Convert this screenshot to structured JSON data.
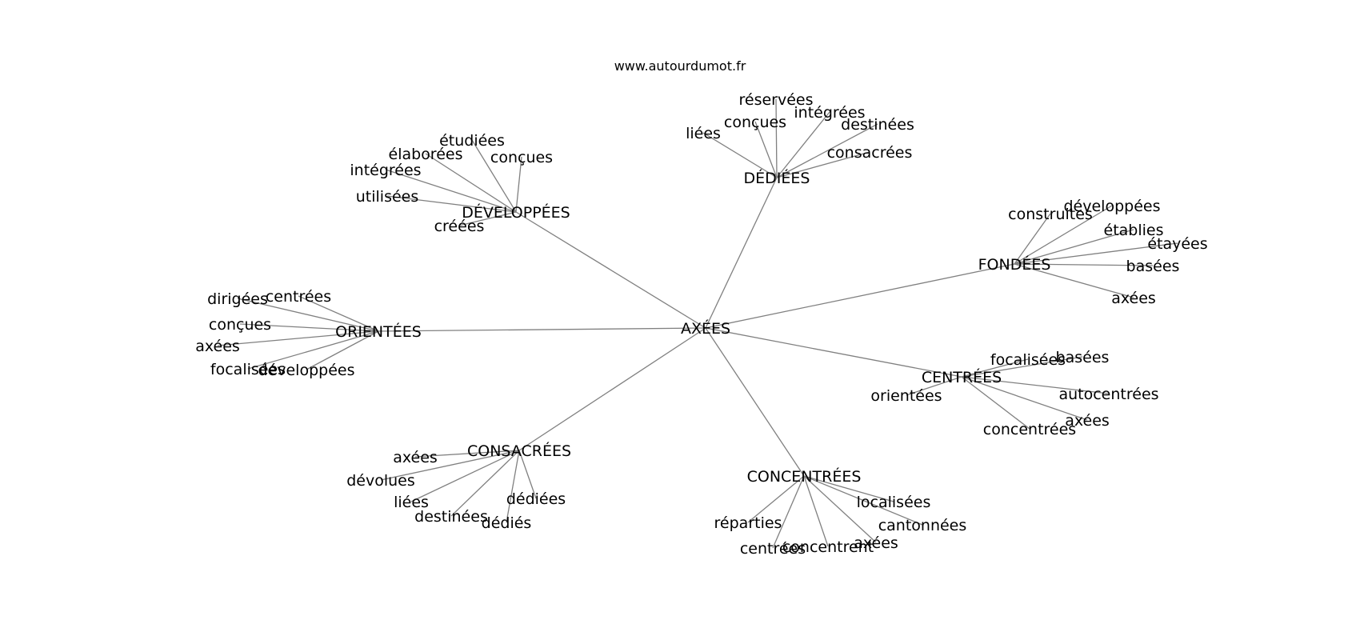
{
  "header": {
    "site": "www.autourdumot.fr"
  },
  "graph": {
    "root": "AXÉES",
    "groups": [
      {
        "label": "DÉVELOPPÉES",
        "children": [
          "étudiées",
          "élaborées",
          "conçues",
          "intégrées",
          "utilisées",
          "créées"
        ]
      },
      {
        "label": "DÉDIÉES",
        "children": [
          "réservées",
          "intégrées",
          "conçues",
          "destinées",
          "liées",
          "consacrées"
        ]
      },
      {
        "label": "FONDÉES",
        "children": [
          "construites",
          "développées",
          "établies",
          "étayées",
          "basées",
          "axées"
        ]
      },
      {
        "label": "ORIENTÉES",
        "children": [
          "dirigées",
          "centrées",
          "conçues",
          "axées",
          "focalisées",
          "développées"
        ]
      },
      {
        "label": "CENTRÉES",
        "children": [
          "focalisées",
          "basées",
          "orientées",
          "autocentrées",
          "axées",
          "concentrées"
        ]
      },
      {
        "label": "CONSACRÉES",
        "children": [
          "axées",
          "dévolues",
          "liées",
          "dédiées",
          "destinées",
          "dédiés"
        ]
      },
      {
        "label": "CONCENTRÉES",
        "children": [
          "localisées",
          "réparties",
          "cantonnées",
          "axées",
          "centrées",
          "concentrent"
        ]
      }
    ]
  }
}
